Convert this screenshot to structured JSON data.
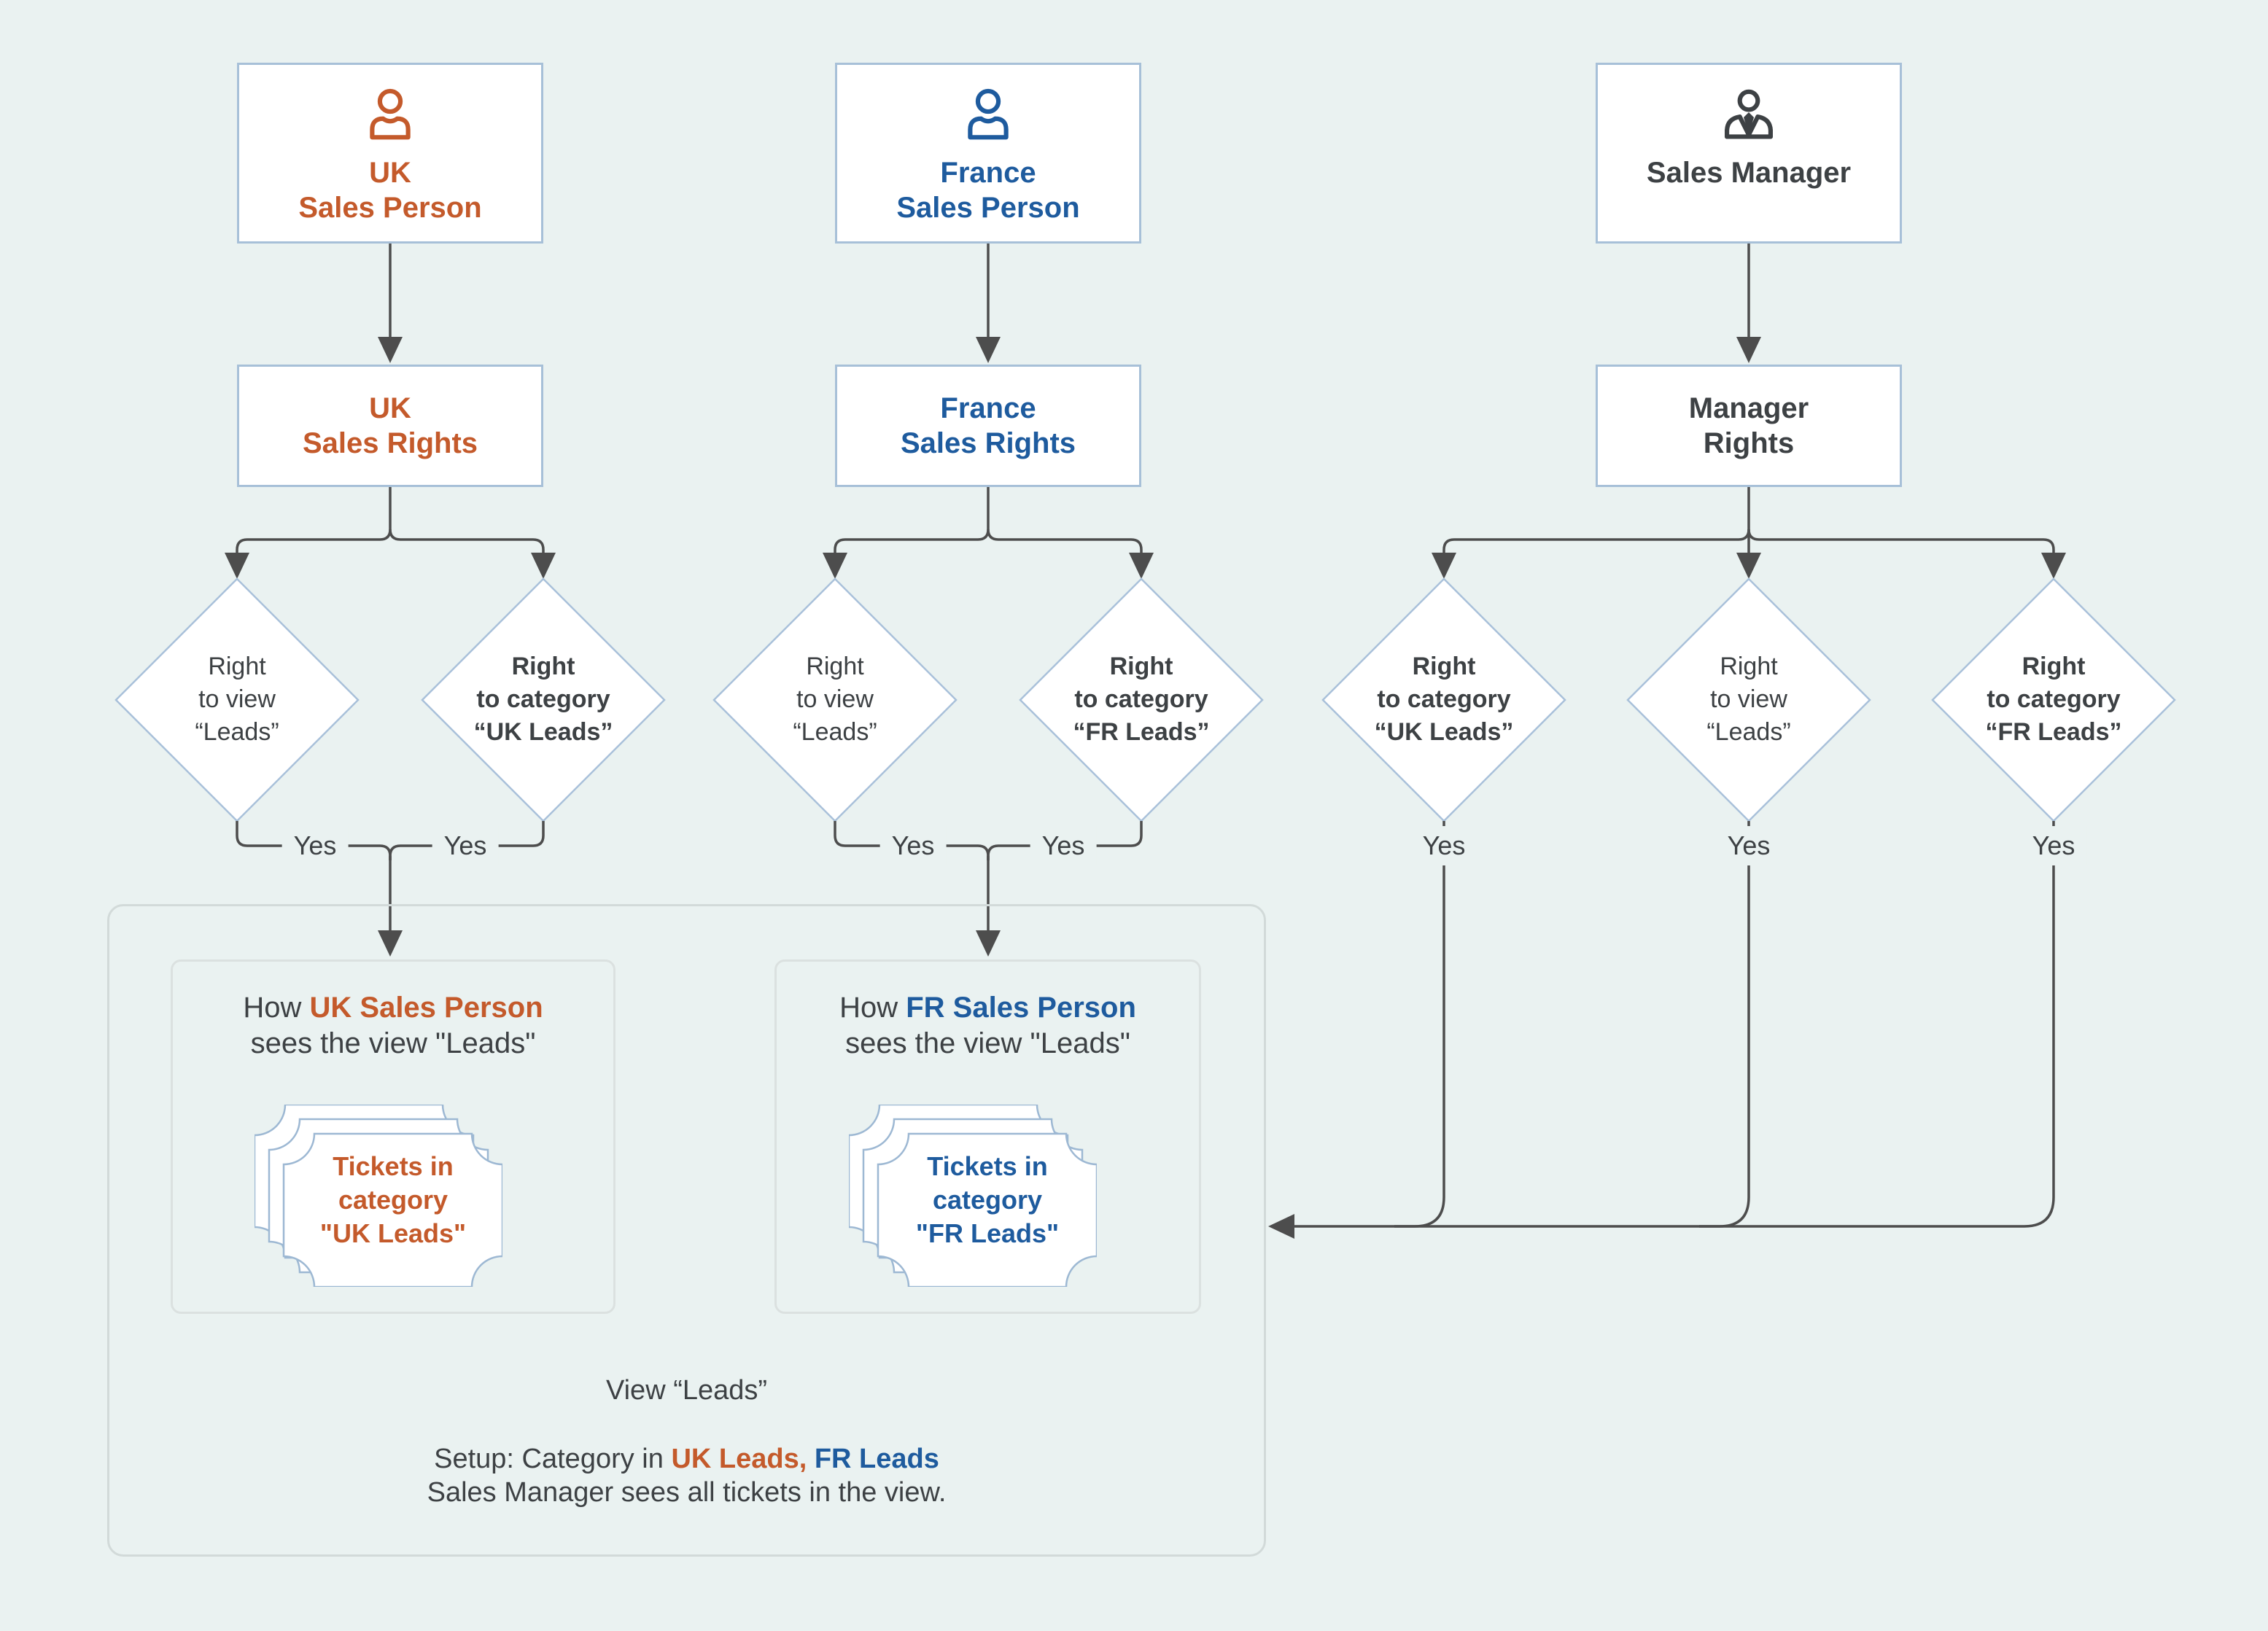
{
  "palette": {
    "bg": "#eaf2f1",
    "ink": "#3d4144",
    "line": "#4d4d4d",
    "orange": "#c45a2b",
    "blue": "#1e5b9e",
    "node-border": "#a7c0d8",
    "diamond-border": "#a9c1da",
    "ticket-border": "#9db8d3",
    "container-border": "#d2dad9",
    "inner-border": "#dbe1e0",
    "node-fill": "#ffffff"
  },
  "nodes": {
    "uk_person": "UK\nSales Person",
    "fr_person": "France\nSales Person",
    "mgr_person": "Sales Manager",
    "uk_rights": "UK\nSales Rights",
    "fr_rights": "France\nSales Rights",
    "mgr_rights": "Manager\nRights"
  },
  "decisions": {
    "uk_view": "Right\nto view\n“Leads”",
    "uk_category": "Right\nto category\n“UK Leads”",
    "fr_view": "Right\nto view\n“Leads”",
    "fr_category": "Right\nto category\n“FR Leads”",
    "mgr_uk_category": "Right\nto category\n“UK Leads”",
    "mgr_view": "Right\nto view\n“Leads”",
    "mgr_fr_category": "Right\nto category\n“FR Leads”"
  },
  "labels": {
    "yes": "Yes"
  },
  "view_container": {
    "uk_panel": {
      "title_prefix": "How ",
      "title_name": "UK Sales Person",
      "title_line2": "sees the view \"Leads\"",
      "ticket_text": "Tickets in\ncategory\n\"UK Leads\""
    },
    "fr_panel": {
      "title_prefix": "How ",
      "title_name": "FR Sales Person",
      "title_line2": "sees the view \"Leads\"",
      "ticket_text": "Tickets in\ncategory\n\"FR Leads\""
    },
    "view_title": "View “Leads”",
    "setup_prefix": "Setup: Category in ",
    "setup_uk": "UK Leads,",
    "setup_fr": " FR Leads",
    "note": "Sales Manager sees all tickets in the view."
  }
}
